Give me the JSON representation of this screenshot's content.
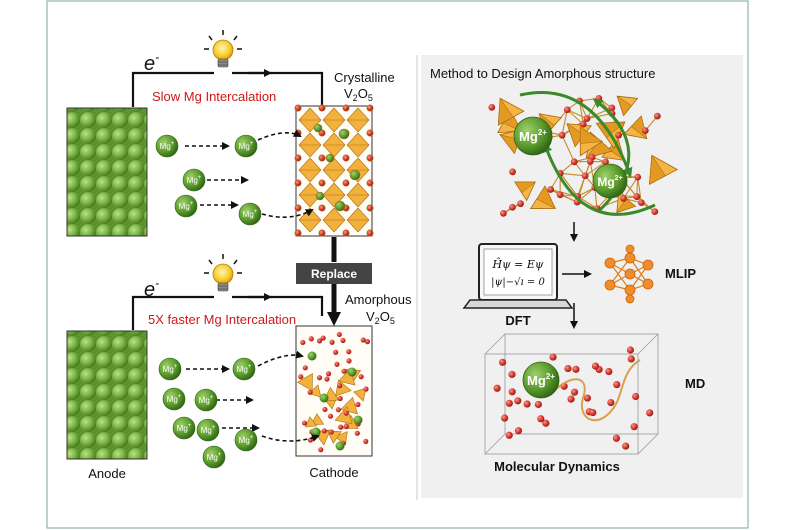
{
  "top_panel": {
    "electron_label": "e",
    "electron_sup": "-",
    "intercalation_label": "Slow Mg Intercalation",
    "cathode_label_line1": "Crystalline",
    "cathode_label_line2_main": "V",
    "cathode_label_line2_sub1": "2",
    "cathode_label_line2_mid": "O",
    "cathode_label_line2_sub2": "5"
  },
  "replace_label": "Replace",
  "bottom_panel": {
    "electron_label": "e",
    "electron_sup": "-",
    "intercalation_label": "5X faster Mg Intercalation",
    "cathode_label_line1": "Amorphous",
    "cathode_label_line2_main": "V",
    "cathode_label_line2_sub1": "2",
    "cathode_label_line2_mid": "O",
    "cathode_label_line2_sub2": "5",
    "anode_caption": "Anode",
    "cathode_caption": "Cathode"
  },
  "ion": {
    "main": "Mg",
    "sup_plus": "+",
    "sup_2plus": "2+"
  },
  "method_panel": {
    "title": "Method to Design Amorphous structure",
    "dft_label": "DFT",
    "mlip_label": "MLIP",
    "md_label": "MD",
    "md_caption": "Molecular Dynamics",
    "eq1": "Ĥψ = Eψ",
    "eq2": "|ψ|−√ı = 0"
  },
  "colors": {
    "ion_green": "#5a9a2c",
    "anode_green": "#7cb342",
    "polyhedra_gold": "#e8a33a",
    "oxygen_red": "#d3342a",
    "mlip_orange": "#f28c28",
    "label_red": "#d01818",
    "frame_teal": "#7aa3a6"
  }
}
